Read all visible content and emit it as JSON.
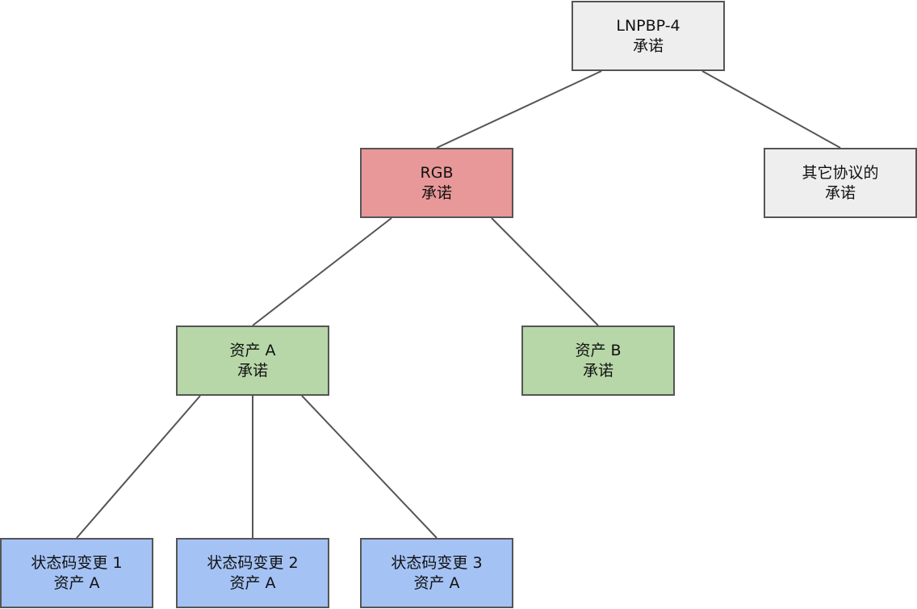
{
  "diagram": {
    "nodes": {
      "lnpbp": {
        "line1": "LNPBP-4",
        "line2": "承诺"
      },
      "other": {
        "line1": "其它协议的",
        "line2": "承诺"
      },
      "rgb": {
        "line1": "RGB",
        "line2": "承诺"
      },
      "asseta": {
        "line1": "资产 A",
        "line2": "承诺"
      },
      "assetb": {
        "line1": "资产 B",
        "line2": "承诺"
      },
      "s1": {
        "line1": "状态码变更 1",
        "line2": "资产 A"
      },
      "s2": {
        "line1": "状态码变更 2",
        "line2": "资产 A"
      },
      "s3": {
        "line1": "状态码变更 3",
        "line2": "资产 A"
      }
    },
    "edges": [
      {
        "from": "lnpbp",
        "to": "rgb"
      },
      {
        "from": "lnpbp",
        "to": "other"
      },
      {
        "from": "rgb",
        "to": "asseta"
      },
      {
        "from": "rgb",
        "to": "assetb"
      },
      {
        "from": "asseta",
        "to": "s1"
      },
      {
        "from": "asseta",
        "to": "s2"
      },
      {
        "from": "asseta",
        "to": "s3"
      }
    ],
    "colors": {
      "gray": "#eeeeee",
      "red": "#e89898",
      "green": "#b7d7a8",
      "blue": "#a4c2f4",
      "border": "#555555"
    }
  }
}
